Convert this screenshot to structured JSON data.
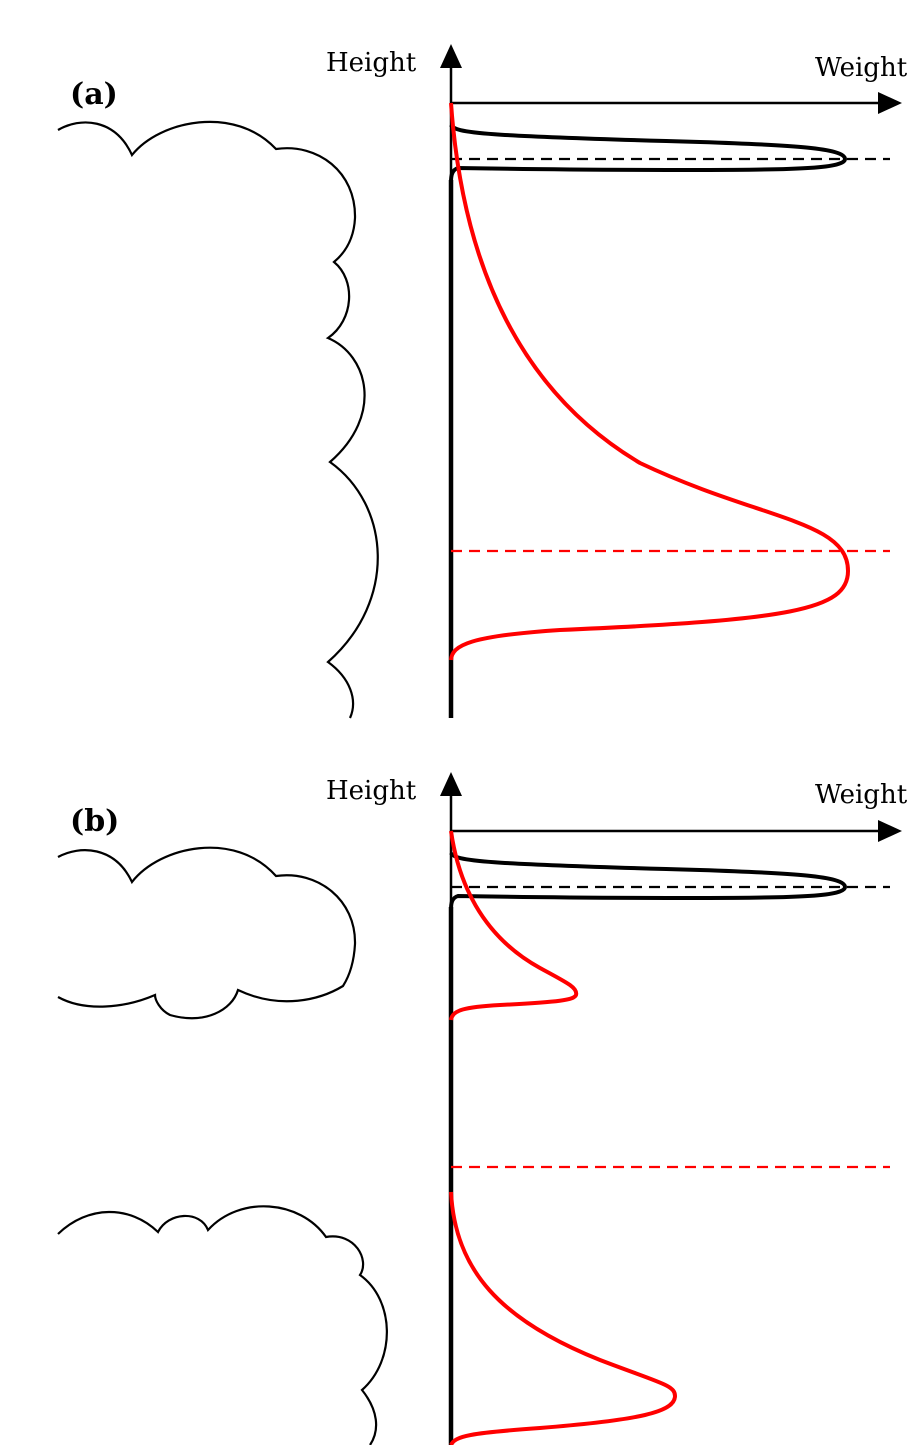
{
  "panels": [
    {
      "id": "a",
      "tag": "(a)",
      "y_axis_label": "Height",
      "x_axis_label": "Weight"
    },
    {
      "id": "b",
      "tag": "(b)",
      "y_axis_label": "Height",
      "x_axis_label": "Weight"
    }
  ],
  "colors": {
    "ink": "#000000",
    "highlight": "#ff0000",
    "background": "#ffffff"
  }
}
